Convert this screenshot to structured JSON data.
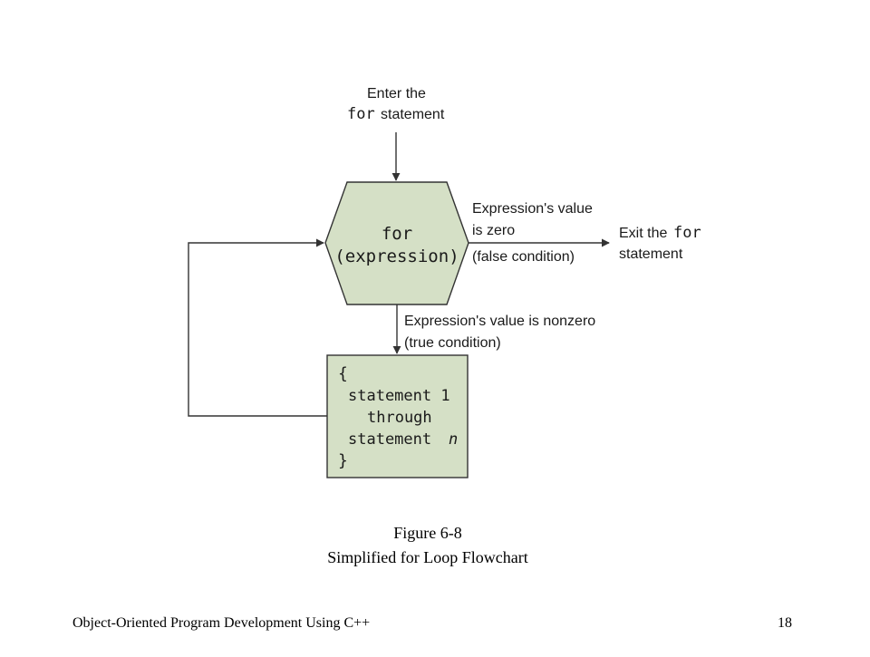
{
  "diagram": {
    "entry_label": {
      "line1": "Enter the",
      "keyword": "for",
      "line2_rest": "statement"
    },
    "decision": {
      "line1": "for",
      "line2": "(expression)"
    },
    "false_branch": {
      "line1": "Expression's value",
      "line2": "is zero",
      "line3": "(false condition)"
    },
    "exit_label": {
      "prefix": "Exit the",
      "keyword": "for",
      "line2": "statement"
    },
    "true_branch": {
      "line1": "Expression's value is nonzero",
      "line2": "(true condition)"
    },
    "body": {
      "open_brace": "{",
      "line1": "statement 1",
      "line2": "through",
      "line3_prefix": "statement",
      "line3_var": "n",
      "close_brace": "}"
    },
    "colors": {
      "shape_fill": "#d5e0c6",
      "stroke": "#333333"
    }
  },
  "caption": {
    "figure": "Figure 6-8",
    "title": "Simplified for Loop Flowchart"
  },
  "footer": {
    "book": "Object-Oriented Program Development Using C++",
    "page": "18"
  }
}
